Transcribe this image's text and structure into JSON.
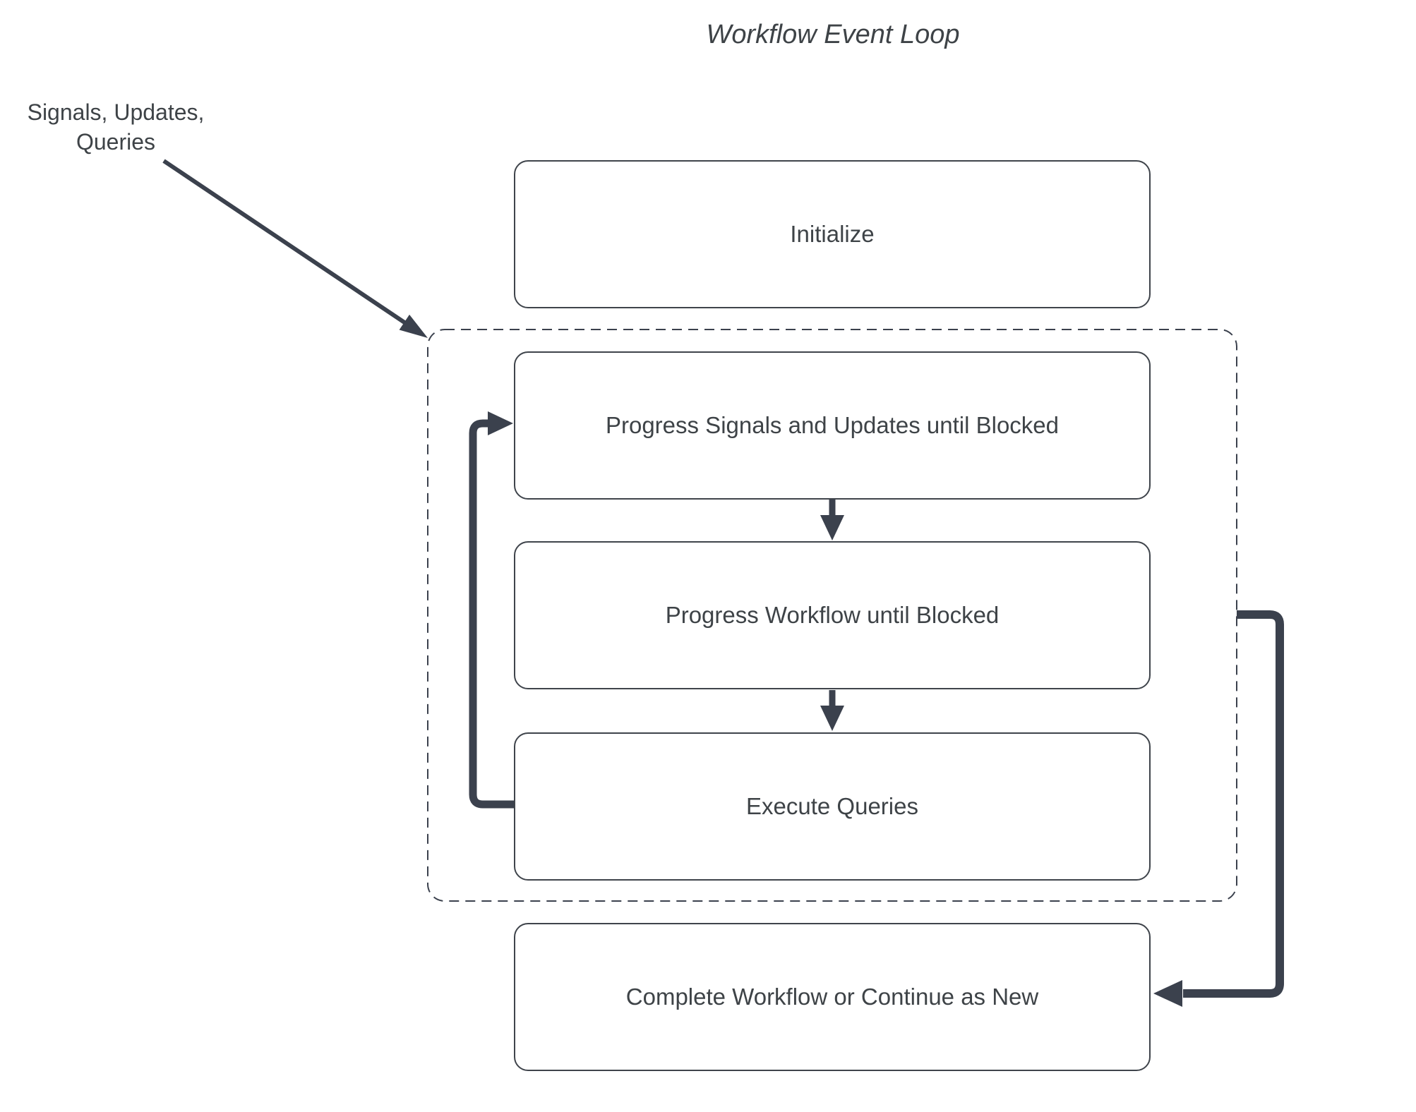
{
  "diagram": {
    "title": "Workflow Event Loop",
    "external_input": {
      "line1": "Signals, Updates,",
      "line2": "Queries"
    },
    "nodes": {
      "initialize": "Initialize",
      "progress_signals": "Progress Signals and Updates until Blocked",
      "progress_workflow": "Progress Workflow until Blocked",
      "execute_queries": "Execute Queries",
      "complete": "Complete Workflow or Continue as New"
    },
    "colors": {
      "line": "#3b414d",
      "text": "#3e4347",
      "box_border": "#3f444b",
      "background": "#ffffff"
    }
  }
}
